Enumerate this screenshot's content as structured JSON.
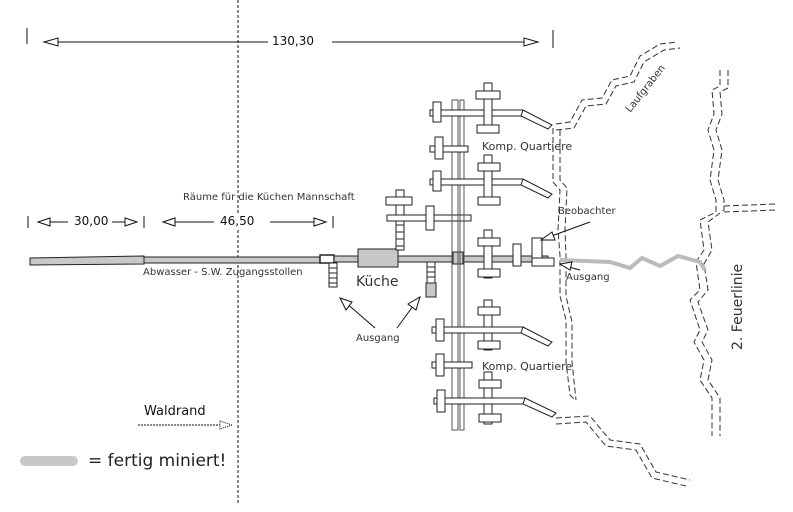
{
  "diagram": {
    "type": "trench-and-tunnel plan",
    "dimensions": {
      "total": "130,30",
      "segment_1": "30,00",
      "segment_2": "46,50"
    },
    "labels": {
      "kitchen_crew_rooms": "Räume für die Küchen Mannschaft",
      "sewage_access_tunnel": "Abwasser - S.W. Zugangsstollen",
      "kitchen": "Küche",
      "exit_kitchen": "Ausgang",
      "exit_east": "Ausgang",
      "observer": "Beobachter",
      "company_quarters_north": "Komp. Quartiere",
      "company_quarters_south": "Komp. Quartiere",
      "communication_trench": "Laufgraben",
      "second_fire_line": "2. Feuerlinie",
      "forest_edge": "Waldrand"
    },
    "legend": {
      "symbol": "grey-filled-tunnel",
      "text": "= fertig miniert!"
    },
    "colors": {
      "line": "#222222",
      "mined_fill": "#c8c8c8",
      "text": "#333333"
    }
  }
}
